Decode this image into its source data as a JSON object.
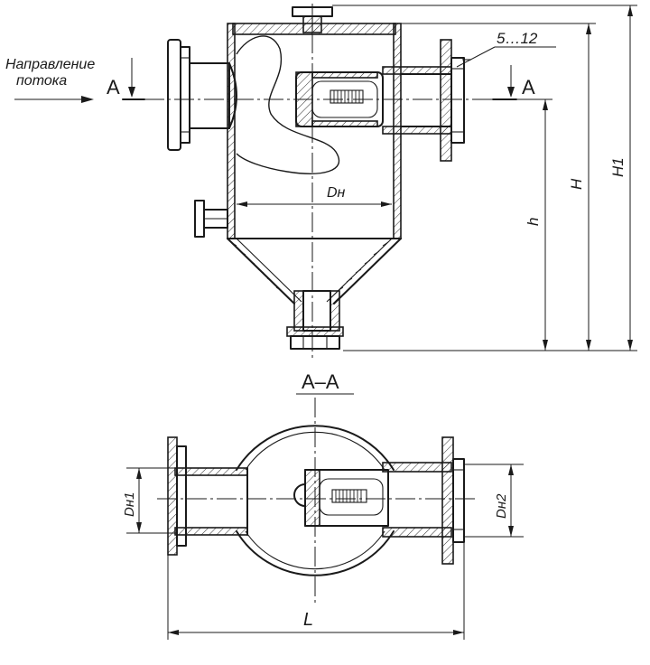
{
  "flow_direction": {
    "line1": "Направление",
    "line2": "потока"
  },
  "section_marker": "A",
  "section_title": "A–A",
  "part_range": "5…12",
  "dimensions": {
    "diameter": "Dн",
    "inlet_diameter": "Dн1",
    "outlet_diameter": "Dн2",
    "axis_height": "h",
    "body_height": "H",
    "total_height": "H1",
    "length": "L"
  }
}
